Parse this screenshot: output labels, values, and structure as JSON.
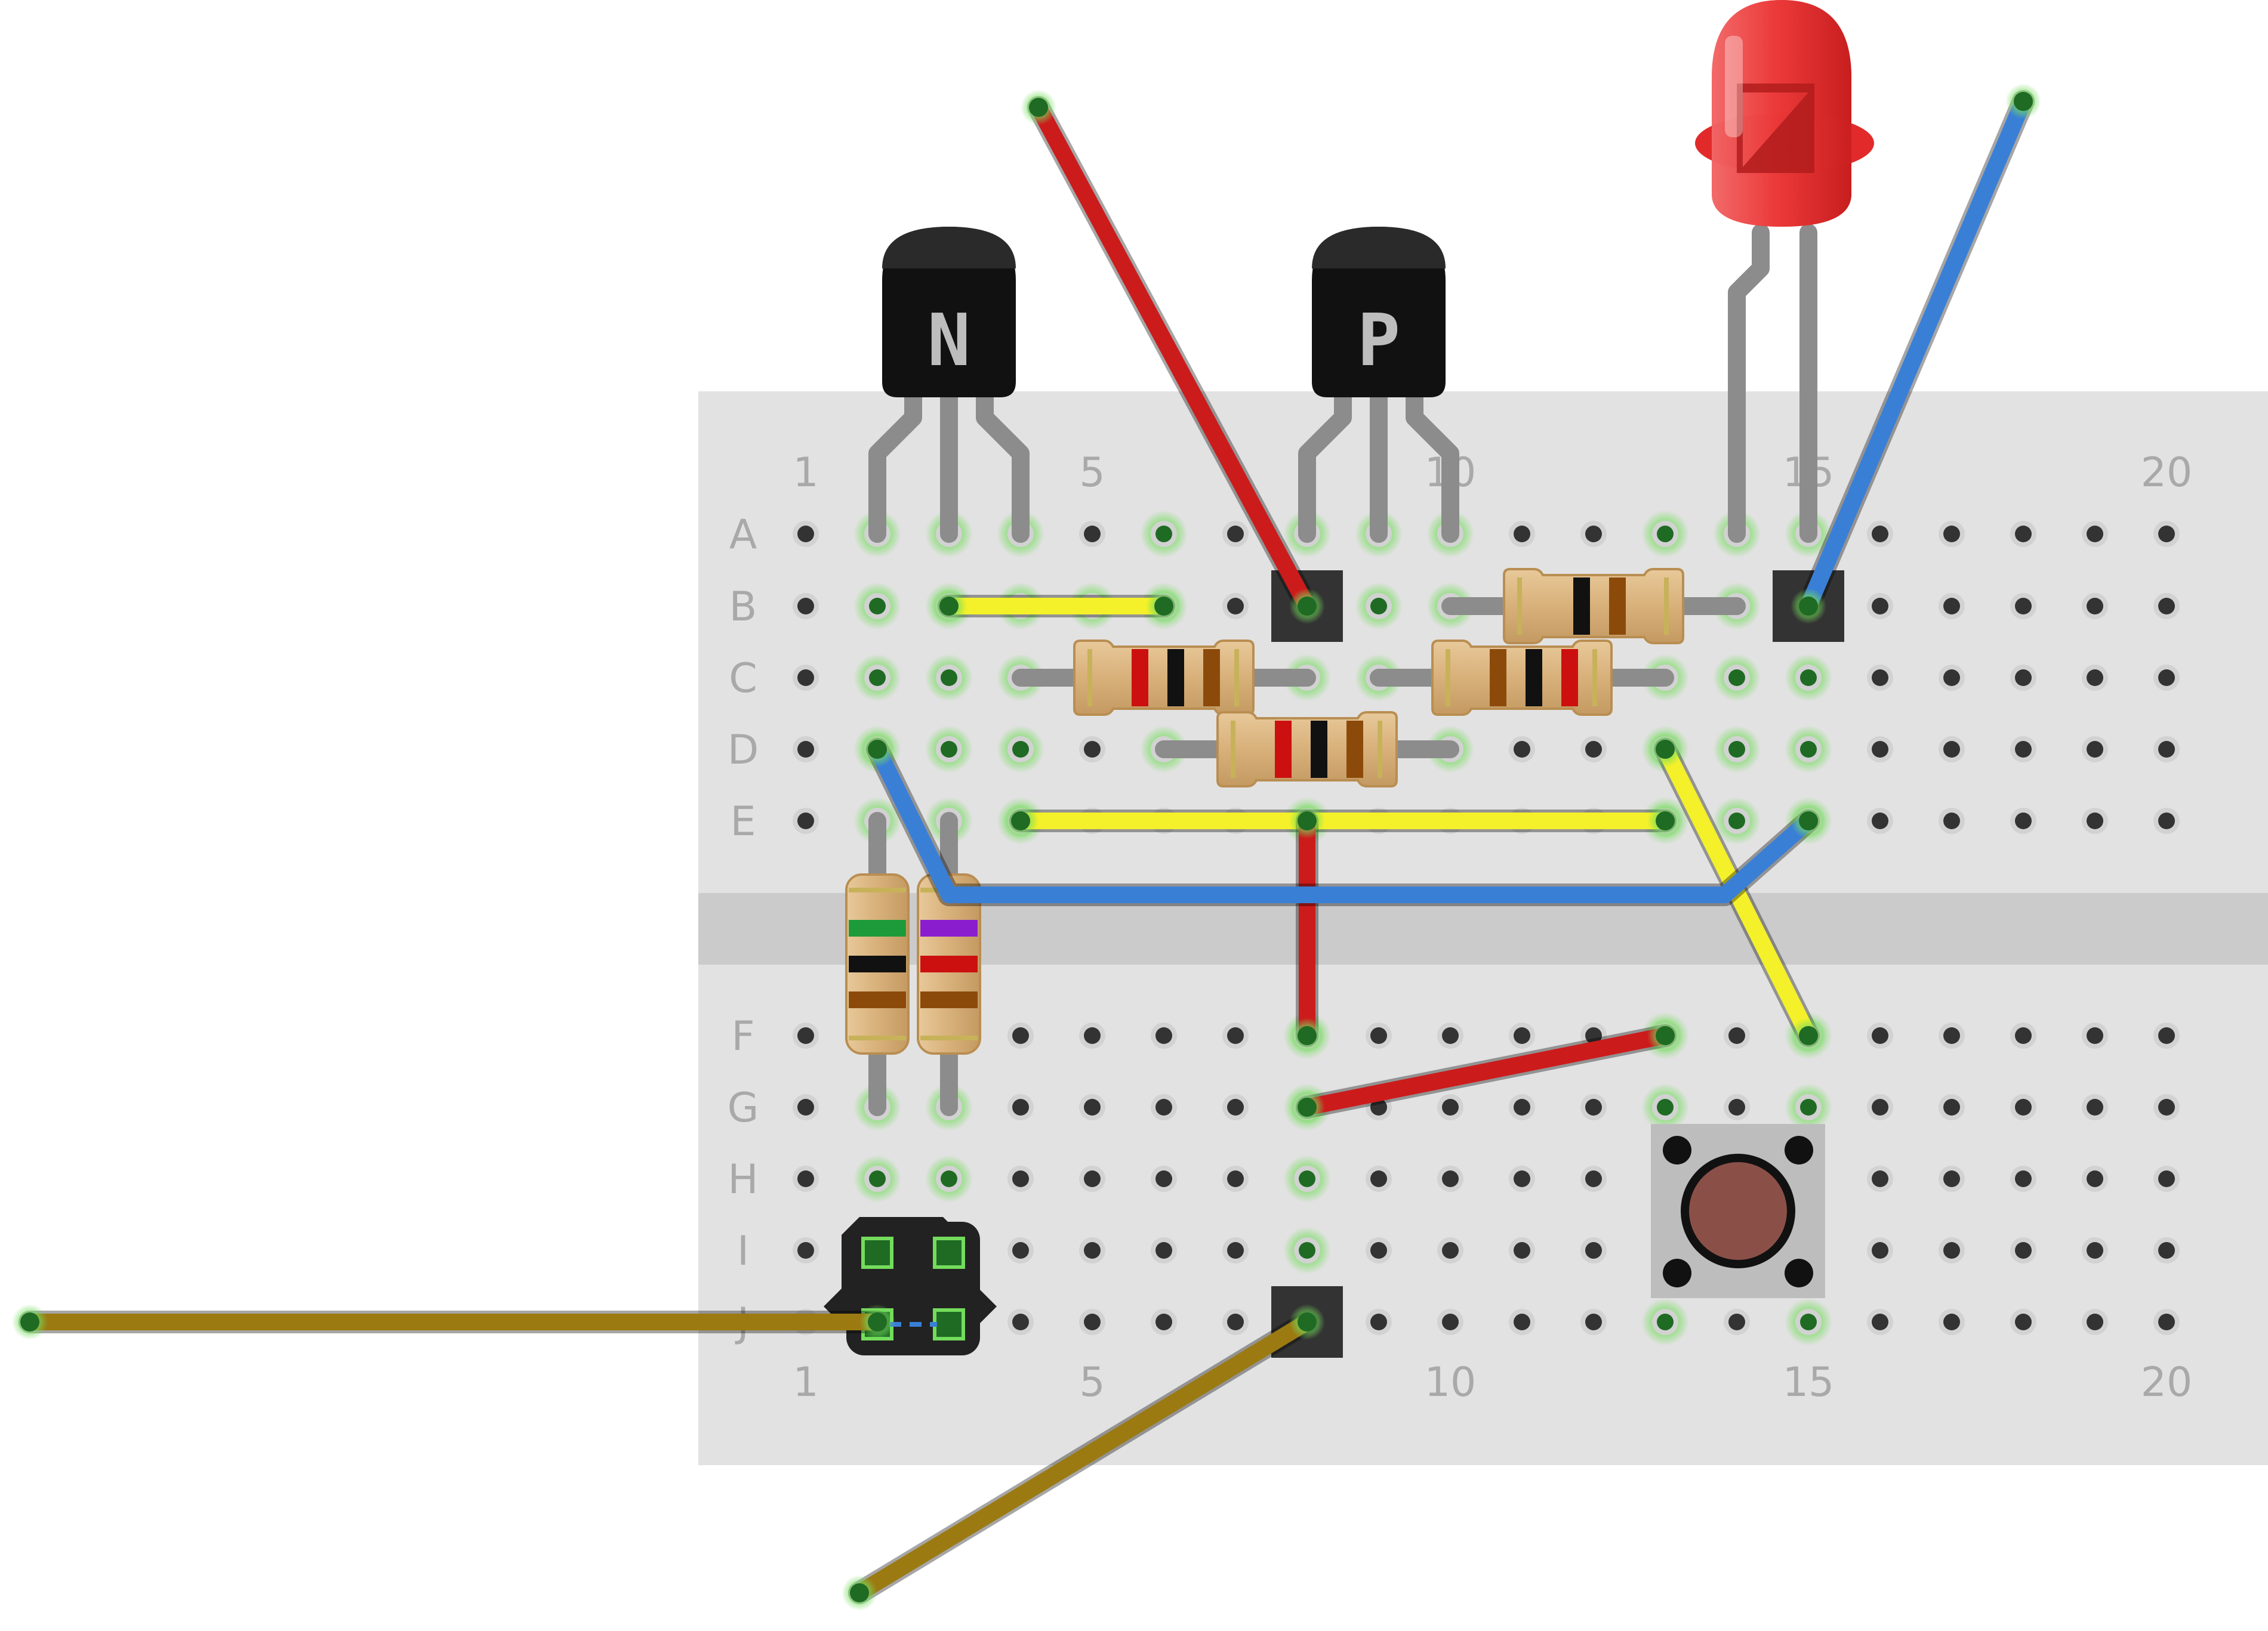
{
  "breadboard": {
    "row_labels": [
      "A",
      "B",
      "C",
      "D",
      "E",
      "F",
      "G",
      "H",
      "I",
      "J"
    ],
    "column_labels_top": [
      "1",
      "5",
      "10",
      "15",
      "20"
    ],
    "column_labels_bottom": [
      "1",
      "5",
      "10",
      "15",
      "20"
    ],
    "columns": 20,
    "colors": {
      "board": "#e2e2e2",
      "center_channel": "#cbcbcb",
      "hole": "#333333",
      "connected_hole": "#1f6b24",
      "hole_glow": "#74dc5c",
      "label": "#a9a9a9"
    }
  },
  "components": {
    "transistor_n": {
      "marking": "N",
      "color": "#111111"
    },
    "transistor_p": {
      "marking": "P",
      "color": "#111111"
    },
    "led": {
      "color": "#e8282c"
    },
    "push_button": {
      "cap_color": "#8a5048"
    },
    "header": {
      "pins": 4
    },
    "resistors": [
      {
        "name": "b-row",
        "bands": [
          "#111111",
          "#8c4a0a"
        ]
      },
      {
        "name": "c-left",
        "bands": [
          "#cc1010",
          "#111111",
          "#8c4a0a"
        ]
      },
      {
        "name": "c-right",
        "bands": [
          "#8c4a0a",
          "#111111",
          "#cc1010"
        ]
      },
      {
        "name": "d-row",
        "bands": [
          "#cc1010",
          "#111111",
          "#8c4a0a"
        ]
      },
      {
        "name": "vertical-left",
        "bands": [
          "#1d9b3a",
          "#111111",
          "#8c4a0a"
        ]
      },
      {
        "name": "vertical-right",
        "bands": [
          "#8a1ecf",
          "#cc1010",
          "#8c4a0a"
        ]
      }
    ]
  },
  "wires": {
    "colors": {
      "red": "#cc1b1b",
      "blue": "#3a7fd6",
      "yellow": "#f4f02a",
      "brown": "#9c7a12"
    }
  }
}
